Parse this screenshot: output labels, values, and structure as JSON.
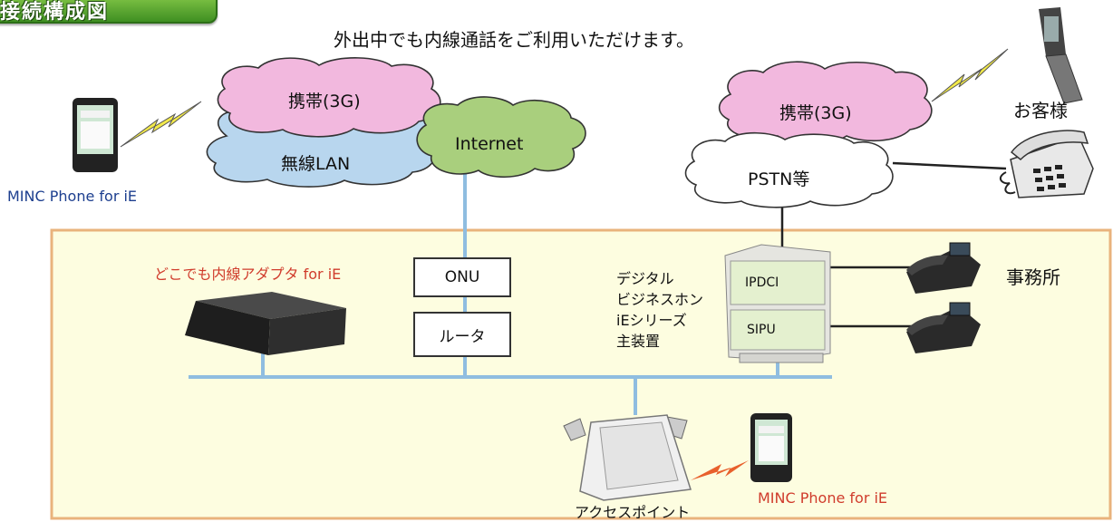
{
  "banner": {
    "title": "接続構成図"
  },
  "headline": "外出中でも内線通話をご利用いただけます。",
  "clouds": {
    "mobile_left": "携帯(3G)",
    "wlan": "無線LAN",
    "internet": "Internet",
    "mobile_right": "携帯(3G)",
    "pstn": "PSTN等"
  },
  "devices": {
    "onu": "ONU",
    "router": "ルータ",
    "adapter": "どこでも内線アダプタ for iE",
    "pbx_desc": [
      "デジタル",
      "ビジネスホン",
      "iEシリーズ",
      "主装置"
    ],
    "pbx_module_top": "IPDCI",
    "pbx_module_bottom": "SIPU",
    "access_point": "アクセスポイント",
    "smartphone_outside": "MINC Phone for iE",
    "smartphone_office": "MINC Phone for iE"
  },
  "labels": {
    "customer": "お客様",
    "office": "事務所"
  },
  "colors": {
    "office_fill": "#fdfde0",
    "office_border": "#e9b37c",
    "mobile_cloud": "#f2b8de",
    "wlan_cloud": "#b8d6ee",
    "internet_cloud": "#a9cf7d",
    "network_line": "#8fbde0",
    "red_text": "#d03c2c",
    "blue_text": "#1d3f8f",
    "lightning": "#f2e94a"
  },
  "icons": [
    "smartphone-icon",
    "lightning-icon",
    "flip-phone-icon",
    "desk-phone-icon",
    "router-box-icon",
    "pbx-cabinet-icon",
    "access-point-icon"
  ]
}
